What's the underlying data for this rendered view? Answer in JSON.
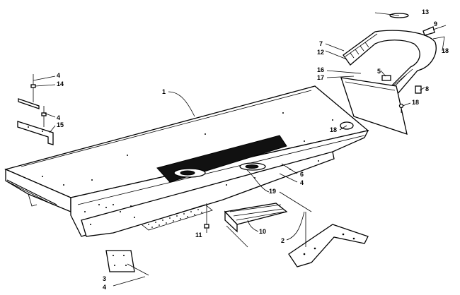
{
  "callouts": [
    {
      "id": "c1",
      "text": "1"
    },
    {
      "id": "c2",
      "text": "2"
    },
    {
      "id": "c3",
      "text": "3"
    },
    {
      "id": "c4a",
      "text": "4"
    },
    {
      "id": "c4b",
      "text": "4"
    },
    {
      "id": "c4c",
      "text": "4"
    },
    {
      "id": "c4d",
      "text": "4"
    },
    {
      "id": "c5",
      "text": "5"
    },
    {
      "id": "c6",
      "text": "6"
    },
    {
      "id": "c7",
      "text": "7"
    },
    {
      "id": "c8",
      "text": "8"
    },
    {
      "id": "c9",
      "text": "9"
    },
    {
      "id": "c10",
      "text": "10"
    },
    {
      "id": "c11",
      "text": "11"
    },
    {
      "id": "c12",
      "text": "12"
    },
    {
      "id": "c13",
      "text": "13"
    },
    {
      "id": "c14",
      "text": "14"
    },
    {
      "id": "c15",
      "text": "15"
    },
    {
      "id": "c16",
      "text": "16"
    },
    {
      "id": "c17",
      "text": "17"
    },
    {
      "id": "c18a",
      "text": "18"
    },
    {
      "id": "c18b",
      "text": "18"
    },
    {
      "id": "c18c",
      "text": "18"
    },
    {
      "id": "c19",
      "text": "19"
    }
  ]
}
